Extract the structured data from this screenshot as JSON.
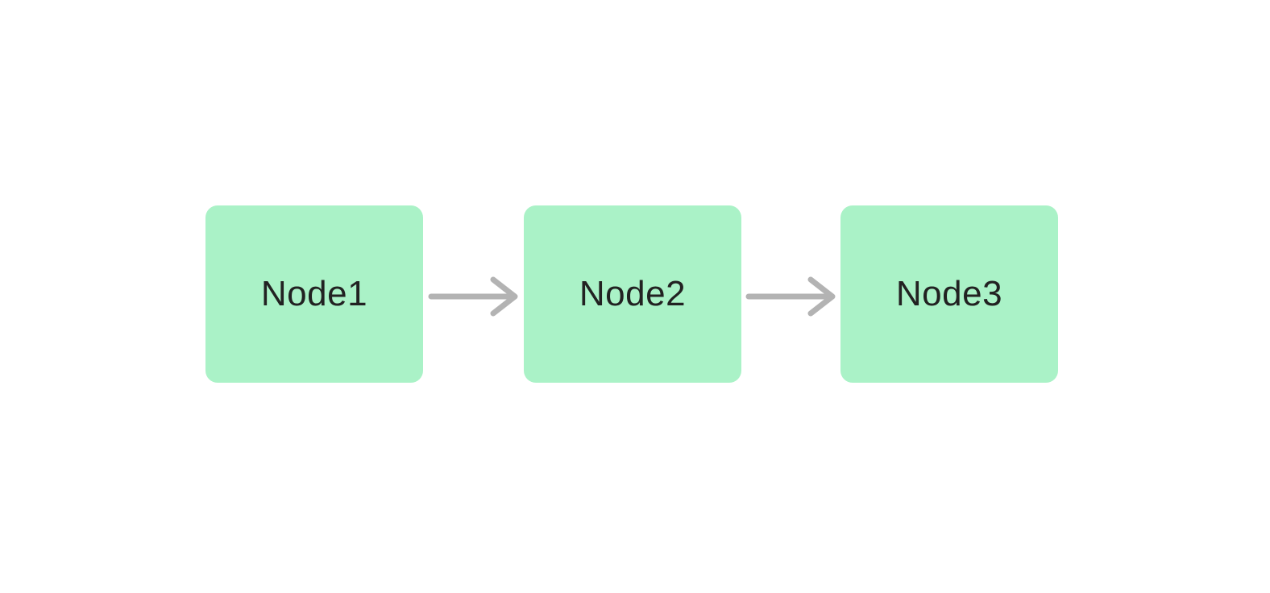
{
  "canvas": {
    "background": "#ffffff"
  },
  "nodes": [
    {
      "id": "node1",
      "label": "Node1",
      "fill": "#aaf2c7",
      "text_color": "#222222"
    },
    {
      "id": "node2",
      "label": "Node2",
      "fill": "#aaf2c7",
      "text_color": "#222222"
    },
    {
      "id": "node3",
      "label": "Node3",
      "fill": "#aaf2c7",
      "text_color": "#222222"
    }
  ],
  "edges": [
    {
      "from": "node1",
      "to": "node2",
      "color": "#b3b3b3",
      "direction": "right"
    },
    {
      "from": "node2",
      "to": "node3",
      "color": "#b3b3b3",
      "direction": "right"
    }
  ]
}
